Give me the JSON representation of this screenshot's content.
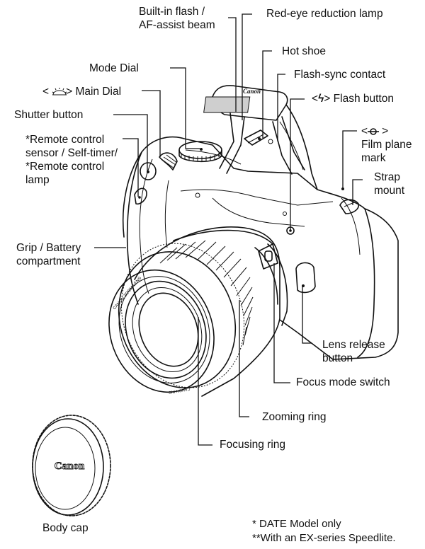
{
  "diagram": {
    "subject": "camera",
    "labels": {
      "built_in_flash": [
        "Built-in flash /",
        "AF-assist beam"
      ],
      "red_eye_lamp": "Red-eye reduction lamp",
      "hot_shoe": "Hot shoe",
      "mode_dial": "Mode Dial",
      "flash_sync_contact": "Flash-sync contact",
      "main_dial": "Main Dial",
      "main_dial_prefix": "<",
      "main_dial_suffix": ">",
      "flash_button": "Flash button",
      "flash_button_prefix": "<",
      "flash_button_glyph": "ϟ",
      "flash_button_suffix": ">",
      "shutter_button": "Shutter button",
      "remote_sensor": [
        "*Remote control",
        "sensor / Self-timer/",
        "*Remote control",
        "lamp"
      ],
      "film_plane_prefix": "<",
      "film_plane_suffix": ">",
      "film_plane_mark": [
        "Film plane",
        "mark"
      ],
      "strap_mount": [
        "Strap",
        "mount"
      ],
      "grip_battery": [
        "Grip / Battery",
        "compartment"
      ],
      "lens_release": [
        "Lens release",
        "button"
      ],
      "focus_mode_switch": "Focus mode switch",
      "zooming_ring": "Zooming ring",
      "focusing_ring": "Focusing ring",
      "body_cap": "Body cap"
    },
    "logo_text": "Canon",
    "lens_text": [
      "CANON ZOOM LENS",
      "CANON INC."
    ],
    "footnotes": [
      "*  DATE Model only",
      "**With an EX-series Speedlite."
    ]
  }
}
